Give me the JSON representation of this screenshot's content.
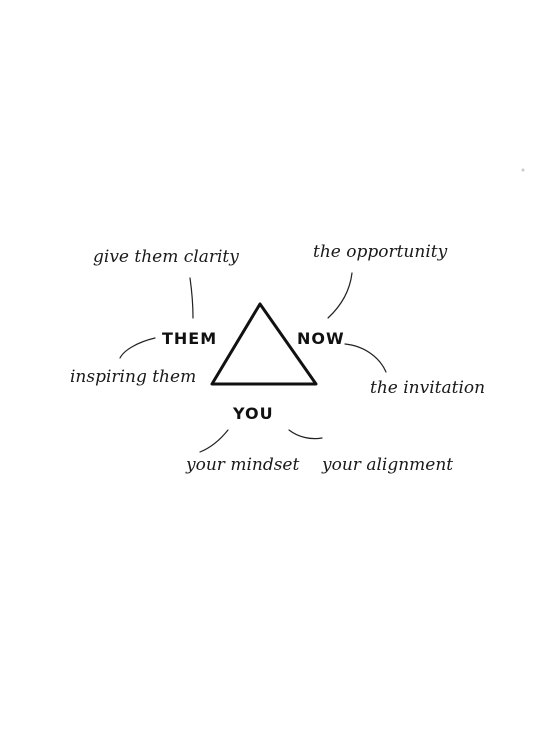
{
  "diagram": {
    "center_labels": {
      "them": "THEM",
      "now": "NOW",
      "you": "YOU"
    },
    "notes": {
      "give_them_clarity": "give them clarity",
      "inspiring_them": "inspiring them",
      "the_opportunity": "the opportunity",
      "the_invitation": "the invitation",
      "your_mindset": "your mindset",
      "your_alignment": "your alignment"
    }
  }
}
